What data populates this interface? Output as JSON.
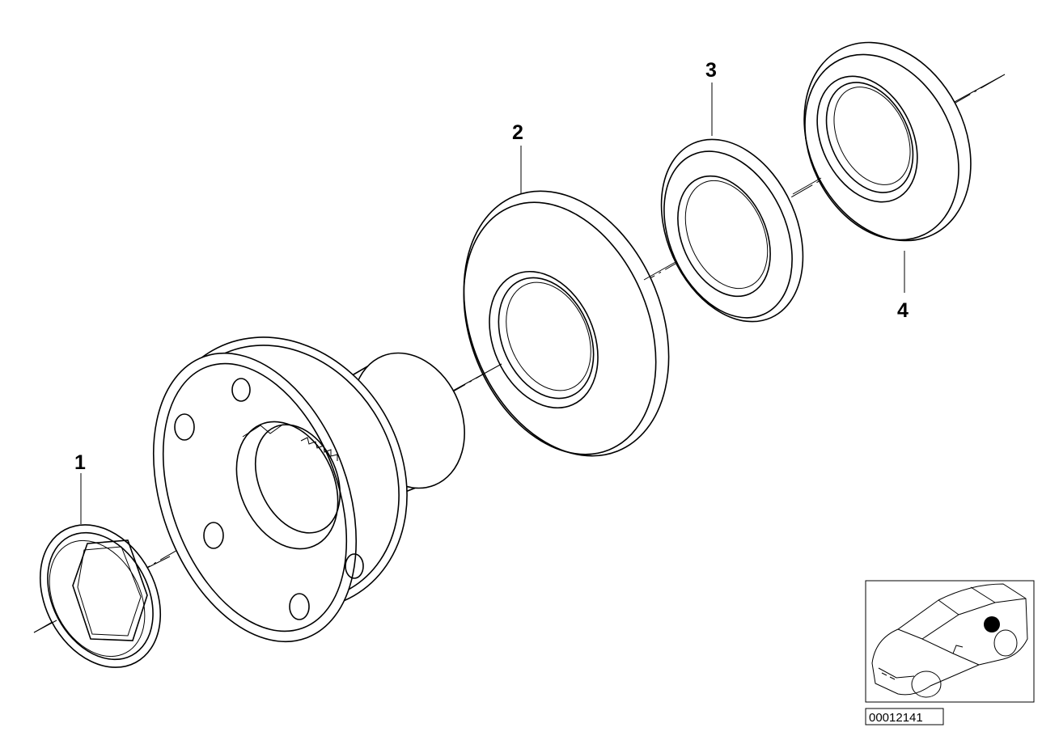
{
  "callouts": [
    {
      "id": "1",
      "label": "1"
    },
    {
      "id": "2",
      "label": "2"
    },
    {
      "id": "3",
      "label": "3"
    },
    {
      "id": "4",
      "label": "4"
    }
  ],
  "document_number": "00012141",
  "colors": {
    "line": "#000000",
    "background": "#ffffff",
    "marker": "#000000"
  }
}
